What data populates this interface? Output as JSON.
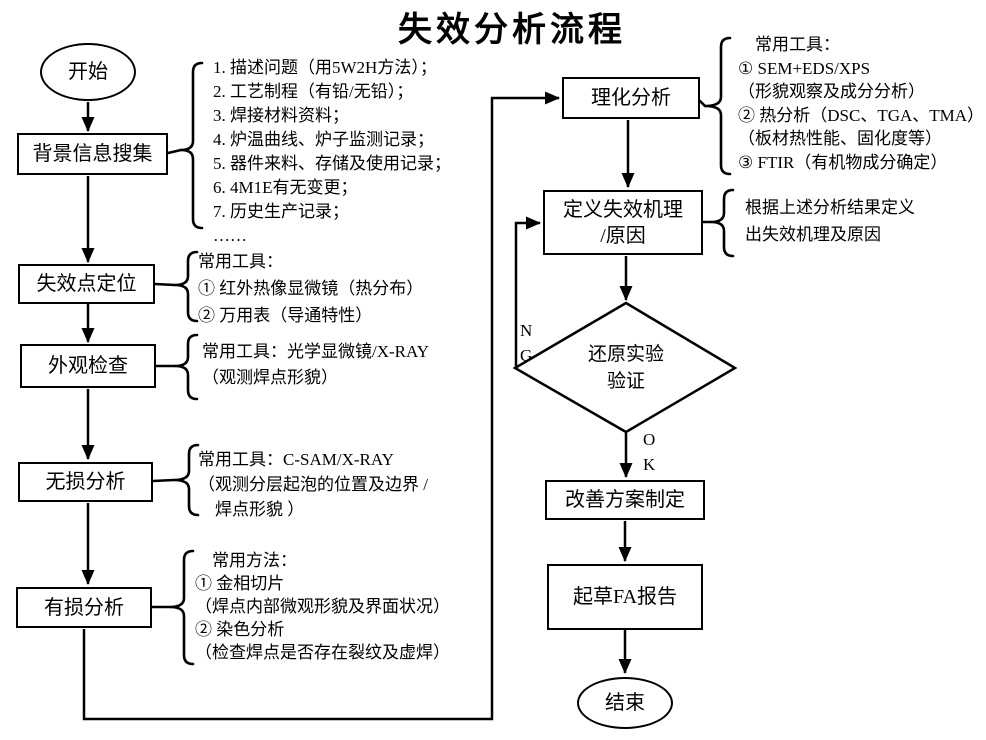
{
  "title": "失效分析流程",
  "nodes": {
    "start": "开始",
    "background_info": "背景信息搜集",
    "failure_locating": "失效点定位",
    "visual_inspection": "外观检查",
    "nondestructive": "无损分析",
    "destructive": "有损分析",
    "physicochemical": "理化分析",
    "define_mechanism": [
      "定义失效机理",
      "/原因"
    ],
    "verification": [
      "还原实验",
      "验证"
    ],
    "improvement": "改善方案制定",
    "draft_report": "起草FA报告",
    "end": "结束"
  },
  "branch_labels": {
    "ng": [
      "N",
      "G"
    ],
    "ok": [
      "O",
      "K"
    ]
  },
  "annotations": {
    "background_info": [
      "1. 描述问题（用5W2H方法）；",
      "2. 工艺制程（有铅/无铅）；",
      "3. 焊接材料资料；",
      "4. 炉温曲线、炉子监测记录；",
      "5. 器件来料、存储及使用记录；",
      "6. 4M1E有无变更；",
      "7. 历史生产记录；",
      "……"
    ],
    "failure_locating": [
      "常用工具：",
      "① 红外热像显微镜（热分布）",
      "② 万用表（导通特性）"
    ],
    "visual_inspection": [
      "常用工具：光学显微镜/X-RAY",
      "（观测焊点形貌）"
    ],
    "nondestructive": [
      "常用工具：C-SAM/X-RAY",
      "（观测分层起泡的位置及边界 /",
      "　焊点形貌 ）"
    ],
    "destructive": [
      "　常用方法：",
      "① 金相切片",
      "（焊点内部微观形貌及界面状况）",
      "② 染色分析",
      "（检查焊点是否存在裂纹及虚焊）"
    ],
    "physicochemical": [
      "　常用工具：",
      "① SEM+EDS/XPS",
      "（形貌观察及成分分析）",
      "② 热分析（DSC、TGA、TMA）",
      "（板材热性能、固化度等）",
      "③ FTIR（有机物成分确定）"
    ],
    "define_mechanism": [
      "根据上述分析结果定义",
      "出失效机理及原因"
    ]
  },
  "colors": {
    "ink": "#000000",
    "paper": "#ffffff"
  }
}
